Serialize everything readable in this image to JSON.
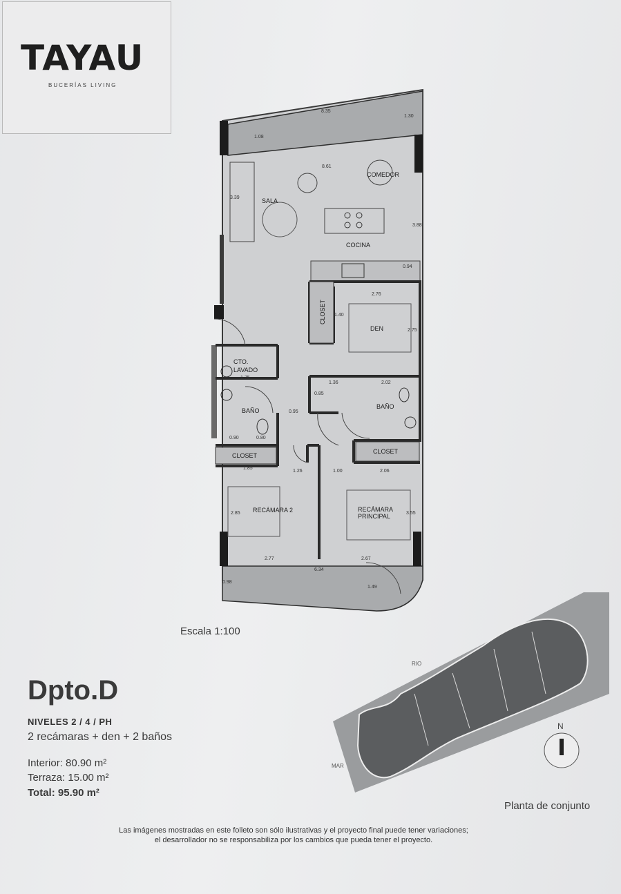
{
  "brand": {
    "name": "TAYAU",
    "tagline": "BUCERÍAS LIVING"
  },
  "plan": {
    "rooms": {
      "sala": "SALA",
      "comedor": "COMEDOR",
      "cocina": "COCINA",
      "den": "DEN",
      "closet_den": "CLOSET",
      "cto_lavado_1": "CTO.",
      "cto_lavado_2": "LAVADO",
      "bano_1": "BAÑO",
      "bano_2": "BAÑO",
      "closet_1": "CLOSET",
      "closet_2": "CLOSET",
      "recamara_2": "RECÁMARA 2",
      "recamara_principal_1": "RECÁMARA",
      "recamara_principal_2": "PRINCIPAL"
    },
    "dimensions": {
      "d1": "8.35",
      "d2": "1.30",
      "d3": "1.08",
      "d4": "8.61",
      "d5": "3.39",
      "d6": "3.88",
      "d7": "0.94",
      "d8": "2.76",
      "d9": "1.40",
      "d10": "2.75",
      "d11": "1.75",
      "d12": "1.36",
      "d13": "2.02",
      "d14": "0.85",
      "d15": "0.95",
      "d16": "0.80",
      "d17": "0.90",
      "d18": "1.85",
      "d19": "1.26",
      "d20": "1.00",
      "d21": "2.06",
      "d22": "2.85",
      "d23": "3.55",
      "d24": "2.77",
      "d25": "2.67",
      "d26": "6.34",
      "d27": "1.49",
      "d28": "0.98"
    }
  },
  "scale": "Escala 1:100",
  "unit": {
    "title": "Dpto.D",
    "levels": "NIVELES 2 / 4 / PH",
    "program": "2 recámaras + den + 2 baños",
    "interior": "Interior: 80.90 m²",
    "terrace": "Terraza: 15.00 m²",
    "total": "Total: 95.90 m²"
  },
  "site": {
    "compass": "N",
    "rio": "RIO",
    "mar": "MAR",
    "caption": "Planta de conjunto"
  },
  "disclaimer": {
    "line1": "Las imágenes mostradas en este folleto son sólo ilustrativas y el proyecto final puede tener variaciones;",
    "line2": "el desarrollador no se responsabiliza por los cambios que pueda tener el proyecto."
  }
}
